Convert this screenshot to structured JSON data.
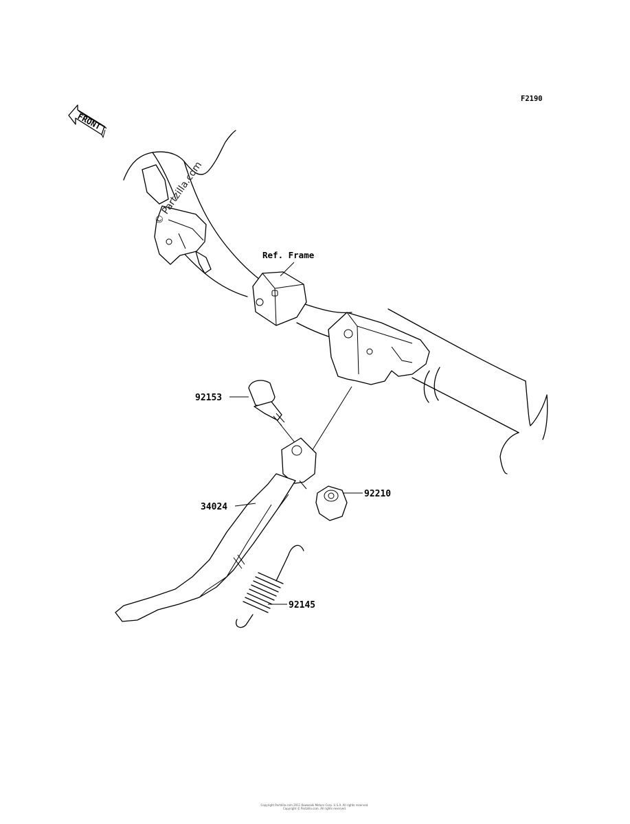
{
  "figure_code": "F2190",
  "front_label": "FRONT",
  "watermark": "© Partzilla.com",
  "reference_label": "Ref. Frame",
  "parts": [
    {
      "number": "92153"
    },
    {
      "number": "34024"
    },
    {
      "number": "92210"
    },
    {
      "number": "92145"
    }
  ],
  "copyright_lines": [
    "Copyright Partzilla.com 2011 Kawasaki Motors Corp. U.S.A. All rights reserved.",
    "Copyright © Partzilla.com. All rights reserved."
  ]
}
